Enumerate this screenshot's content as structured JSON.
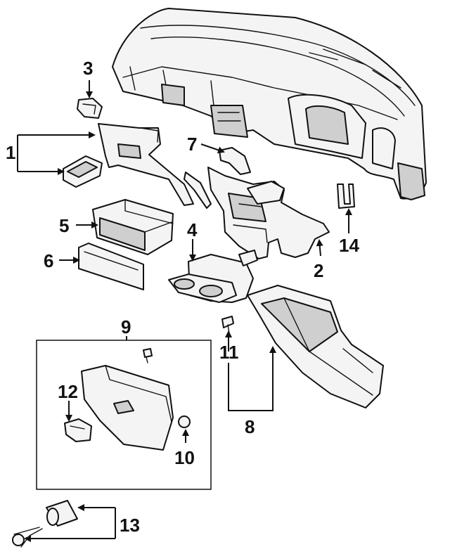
{
  "callouts": {
    "n1": "1",
    "n2": "2",
    "n3": "3",
    "n4": "4",
    "n5": "5",
    "n6": "6",
    "n7": "7",
    "n8": "8",
    "n9": "9",
    "n10": "10",
    "n11": "11",
    "n12": "12",
    "n13": "13",
    "n14": "14"
  },
  "colors": {
    "line": "#111111",
    "fill": "#f4f4f4",
    "shade": "#cfcfcf",
    "background": "#ffffff"
  }
}
